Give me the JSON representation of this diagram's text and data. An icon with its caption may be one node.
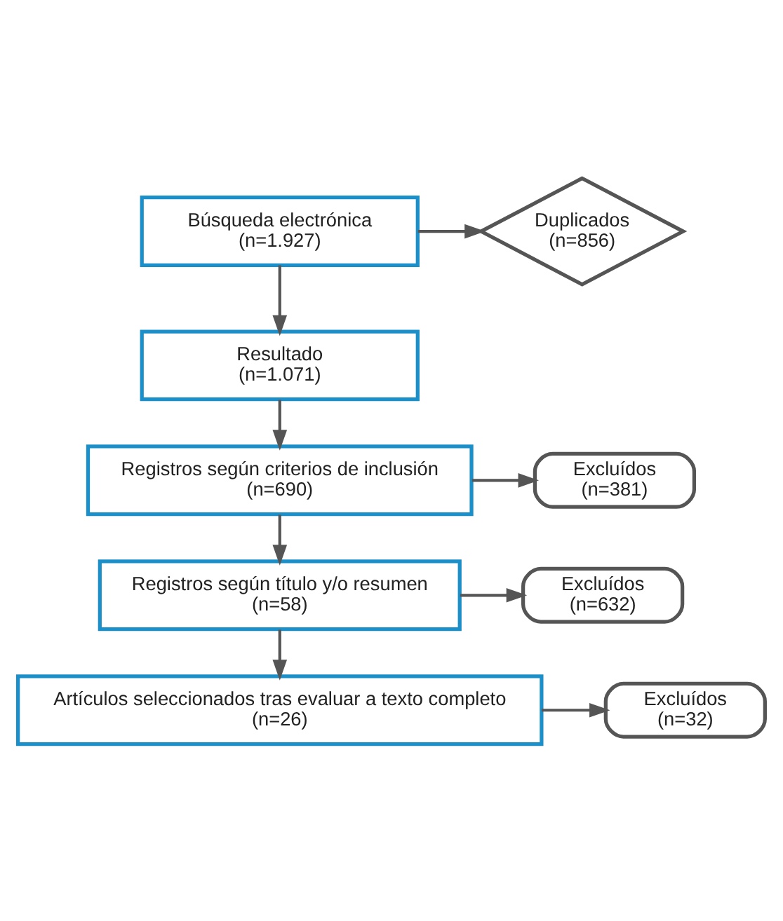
{
  "diagram": {
    "nodes": [
      {
        "text": [
          "Búsqueda electrónica",
          "(n=1.927)"
        ]
      },
      {
        "text": [
          "Duplicados",
          "(n=856)"
        ]
      },
      {
        "text": [
          "Resultado",
          "(n=1.071)"
        ]
      },
      {
        "text": [
          "Excluídos",
          "(n=381)"
        ]
      },
      {
        "text": [
          "Registros según criterios de inclusión",
          "(n=690)"
        ]
      },
      {
        "text": [
          "Excluídos",
          "(n=632)"
        ]
      },
      {
        "text": [
          "Registros según título y/o resumen",
          "(n=58)"
        ]
      },
      {
        "text": [
          "Excluídos",
          "(n=32)"
        ]
      },
      {
        "text": [
          "Artículos seleccionados tras evaluar a texto completo",
          "(n=26)"
        ]
      }
    ],
    "edges": [
      {
        "from": 0,
        "to": 1,
        "arrow": "to"
      },
      {
        "from": 0,
        "to": 2,
        "arrow": "to"
      },
      {
        "from": 2,
        "to": 4,
        "arrow": "to"
      },
      {
        "from": 4,
        "to": 3,
        "arrow": "to"
      },
      {
        "from": 4,
        "to": 6,
        "arrow": "to"
      },
      {
        "from": 6,
        "to": 5,
        "arrow": "to"
      },
      {
        "from": 6,
        "to": 8,
        "arrow": "to"
      },
      {
        "from": 8,
        "to": 7,
        "arrow": "to"
      }
    ]
  }
}
